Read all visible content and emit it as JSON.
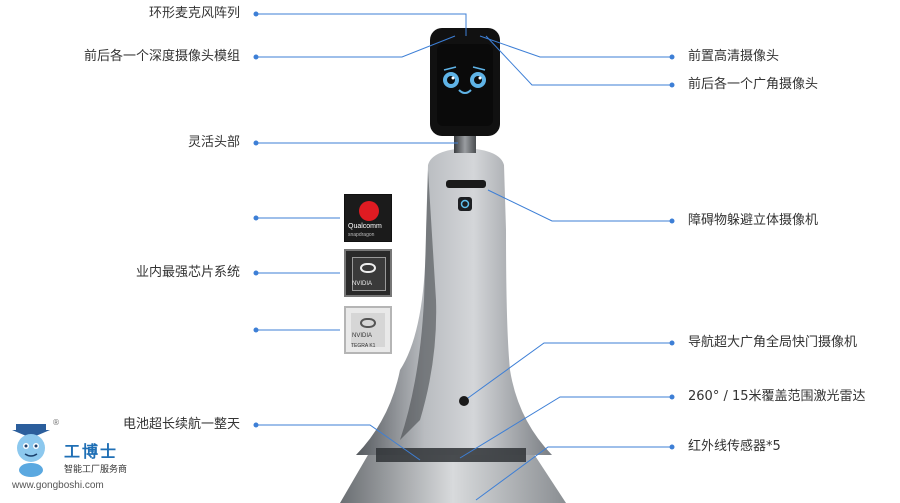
{
  "labels_left": [
    {
      "id": "mic",
      "text": "环形麦克风阵列"
    },
    {
      "id": "depth",
      "text": "前后各一个深度摄像头模组"
    },
    {
      "id": "head",
      "text": "灵活头部"
    },
    {
      "id": "chips",
      "text": "业内最强芯片系统"
    },
    {
      "id": "battery",
      "text": "电池超长续航一整天"
    }
  ],
  "labels_right": [
    {
      "id": "hdcam",
      "text": "前置高清摄像头"
    },
    {
      "id": "widecam",
      "text": "前后各一个广角摄像头"
    },
    {
      "id": "stereo",
      "text": "障碍物躲避立体摄像机"
    },
    {
      "id": "shutter",
      "text": "导航超大广角全局快门摄像机"
    },
    {
      "id": "lidar",
      "text": "260°  / 15米覆盖范围激光雷达"
    },
    {
      "id": "ir",
      "text": "红外线传感器*5"
    }
  ],
  "chips": {
    "qualcomm": {
      "brand": "Qualcomm",
      "product": "snapdragon"
    },
    "nvidia": {
      "brand": "NVIDIA"
    },
    "tegra": {
      "brand": "NVIDIA",
      "product": "TEGRA K1"
    }
  },
  "colors": {
    "accent": "#3d7fd6",
    "line": "#3d7fd6",
    "body": "#8a8e93",
    "screen": "#111111",
    "eye": "#5fb3e6"
  },
  "watermark": {
    "title": "工博士",
    "subtitle": "智能工厂服务商",
    "url": "www.gongboshi.com",
    "reg": "®"
  }
}
